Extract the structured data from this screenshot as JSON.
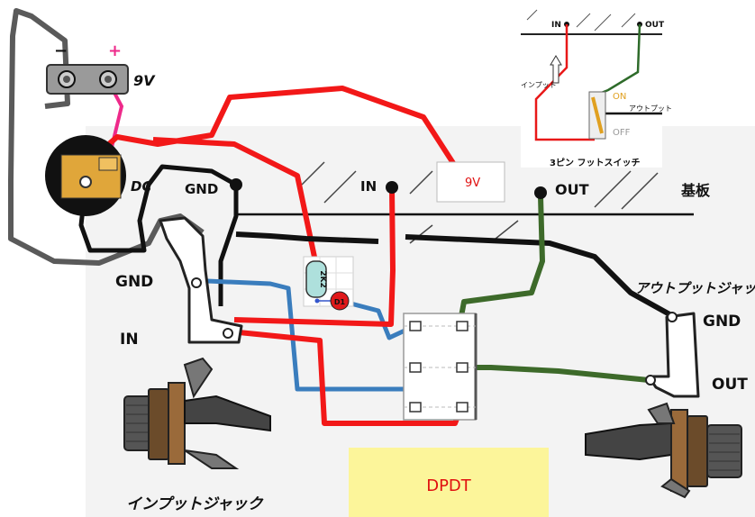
{
  "battery": {
    "minus_label": "−",
    "plus_label": "+",
    "voltage_label": "9V"
  },
  "dc_jack": {
    "label": "DC"
  },
  "board": {
    "title": "基板",
    "gnd_label": "GND",
    "in_label": "IN",
    "out_label": "OUT",
    "power_box_label": "9V"
  },
  "resistor": {
    "label": "2K2"
  },
  "led": {
    "label": "D1"
  },
  "input_jack": {
    "gnd_label": "GND",
    "in_label": "IN",
    "caption": "インプットジャック"
  },
  "output_jack": {
    "caption": "アウトプットジャック",
    "gnd_label": "GND",
    "out_label": "OUT"
  },
  "dpdt": {
    "label": "DPDT"
  },
  "inset": {
    "in_label": "IN",
    "out_label": "OUT",
    "input_label": "インプット",
    "output_label": "アウトプット",
    "on_label": "ON",
    "off_label": "OFF",
    "caption": "3ピン フットスイッチ"
  },
  "colors": {
    "red_wire": "#f21818",
    "black_wire": "#111111",
    "gray_wire": "#5a5a5a",
    "blue_wire": "#3a7dbd",
    "green_wire": "#3d6a2a",
    "pink_wire": "#ee2a8a",
    "dpdt_box": "#fcf59a",
    "jack_plate": "#e0a63a"
  }
}
